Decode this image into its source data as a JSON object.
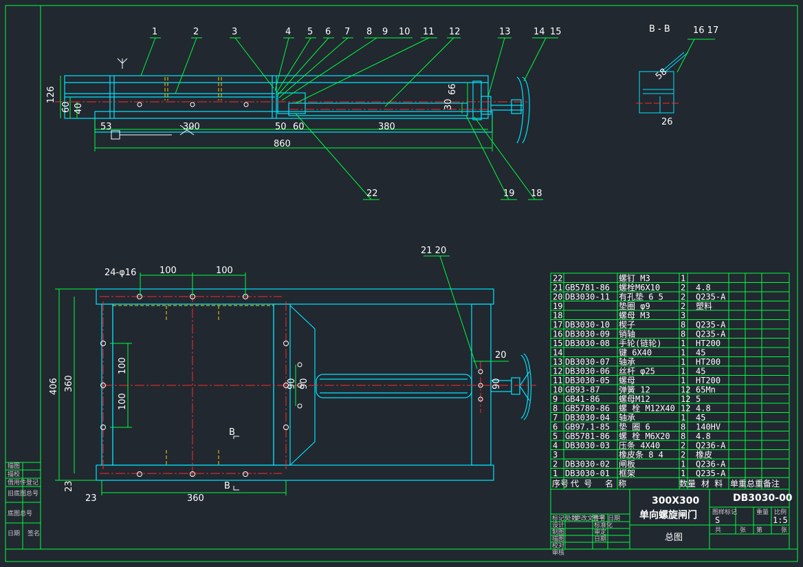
{
  "colors": {
    "background": "#212830",
    "frame": "#00ff3c",
    "part": "#00e5ff",
    "center": "#ff2a2a",
    "hidden": "#ffd000",
    "text": "#ffffff",
    "leader": "#00ff3c"
  },
  "top_view": {
    "balloons": [
      "1",
      "2",
      "3",
      "4",
      "5",
      "6",
      "7",
      "8",
      "9",
      "10",
      "11",
      "12",
      "13",
      "14",
      "15"
    ],
    "balloons_bottom": [
      "22",
      "19",
      "18"
    ],
    "section_label": "B - B",
    "section_balloons": "16 17",
    "dims": {
      "h126": "126",
      "h60": "60",
      "h40": "40",
      "h66": "66",
      "h30": "30",
      "w53": "53",
      "w300": "300",
      "w50": "50",
      "w60": "60",
      "w380": "380",
      "w860": "860",
      "sec58": "58",
      "sec26": "26"
    }
  },
  "front_view": {
    "hole_note": "24-φ16",
    "balloon_pair": "21 20",
    "dims": {
      "top100a": "100",
      "top100b": "100",
      "h406": "406",
      "h360": "360",
      "v100a": "100",
      "v100b": "100",
      "h90a": "90",
      "h90b": "90",
      "w20": "20",
      "w23a": "23",
      "w23b": "23",
      "w360": "360"
    },
    "section_mark_a": "B",
    "section_mark_b": "B"
  },
  "bom": {
    "rows": [
      {
        "no": "22",
        "code": "",
        "name": "螺钉 M3",
        "qty": "1",
        "mat": ""
      },
      {
        "no": "21",
        "code": "GB5781-86",
        "name": "螺栓M6X10",
        "qty": "2",
        "mat": "4.8"
      },
      {
        "no": "20",
        "code": "DB3030-11",
        "name": "有孔垫 6 5",
        "qty": "2",
        "mat": "Q235-A"
      },
      {
        "no": "19",
        "code": "",
        "name": "垫圈 φ9",
        "qty": "2",
        "mat": "塑料"
      },
      {
        "no": "18",
        "code": "",
        "name": "螺母 M3",
        "qty": "3",
        "mat": ""
      },
      {
        "no": "17",
        "code": "DB3030-10",
        "name": "楔子",
        "qty": "8",
        "mat": "Q235-A"
      },
      {
        "no": "16",
        "code": "DB3030-09",
        "name": "销轴",
        "qty": "8",
        "mat": "Q235-A"
      },
      {
        "no": "15",
        "code": "DB3030-08",
        "name": "手轮(链轮)",
        "qty": "1",
        "mat": "HT200"
      },
      {
        "no": "14",
        "code": "",
        "name": "键 6X40",
        "qty": "1",
        "mat": "45"
      },
      {
        "no": "13",
        "code": "DB3030-07",
        "name": "轴承",
        "qty": "1",
        "mat": "HT200"
      },
      {
        "no": "12",
        "code": "DB3030-06",
        "name": "丝杆 φ25",
        "qty": "1",
        "mat": "45"
      },
      {
        "no": "11",
        "code": "DB3030-05",
        "name": "螺母",
        "qty": "1",
        "mat": "HT200"
      },
      {
        "no": "10",
        "code": "GB93-87",
        "name": "弹簧 12",
        "qty": "12",
        "mat": "65Mn"
      },
      {
        "no": "9",
        "code": "GB41-86",
        "name": "螺母M12",
        "qty": "12",
        "mat": "5"
      },
      {
        "no": "8",
        "code": "GB5780-86",
        "name": "螺 栓 M12X40",
        "qty": "12",
        "mat": "4.8"
      },
      {
        "no": "7",
        "code": "DB3030-04",
        "name": "轴承",
        "qty": "1",
        "mat": "45"
      },
      {
        "no": "6",
        "code": "GB97.1-85",
        "name": "垫 圈 6",
        "qty": "8",
        "mat": "140HV"
      },
      {
        "no": "5",
        "code": "GB5781-86",
        "name": "螺 栓 M6X20",
        "qty": "8",
        "mat": "4.8"
      },
      {
        "no": "4",
        "code": "DB3030-03",
        "name": "压条 4X40",
        "qty": "2",
        "mat": "Q236-A"
      },
      {
        "no": "3",
        "code": "",
        "name": "橡皮条 8 4",
        "qty": "2",
        "mat": "橡皮"
      },
      {
        "no": "2",
        "code": "DB3030-02",
        "name": "闸板",
        "qty": "1",
        "mat": "Q236-A"
      },
      {
        "no": "1",
        "code": "DB3030-01",
        "name": "框架",
        "qty": "1",
        "mat": "Q235-A"
      }
    ],
    "header": {
      "no": "序号",
      "code": "代  号",
      "name": "名    称",
      "qty": "数量",
      "mat": "材  料",
      "unit": "单重",
      "total": "总重",
      "note": "备注"
    }
  },
  "title_block": {
    "size": "300X300",
    "name": "单向螺旋闸门",
    "drawing_no": "DB3030-00",
    "assembly": "总图",
    "stage_label": "图样标记",
    "weight_label": "重量",
    "scale_label": "比例",
    "scale": "1:5",
    "stage": "S",
    "sheet_a": "共",
    "sheet_b": "张",
    "sheet_c": "第",
    "sheet_d": "张",
    "rev_headers": [
      "标记",
      "处数",
      "更改文件号",
      "签字",
      "日期"
    ],
    "roles": [
      "设计",
      "制图",
      "描图",
      "校对",
      "审核"
    ],
    "roles_right": [
      "标准化",
      "审定",
      "日期"
    ]
  },
  "side_strip": {
    "items": [
      "底图总号",
      "旧底图总号",
      "日期",
      "签名",
      "描图",
      "描校",
      "借用件登记"
    ]
  }
}
